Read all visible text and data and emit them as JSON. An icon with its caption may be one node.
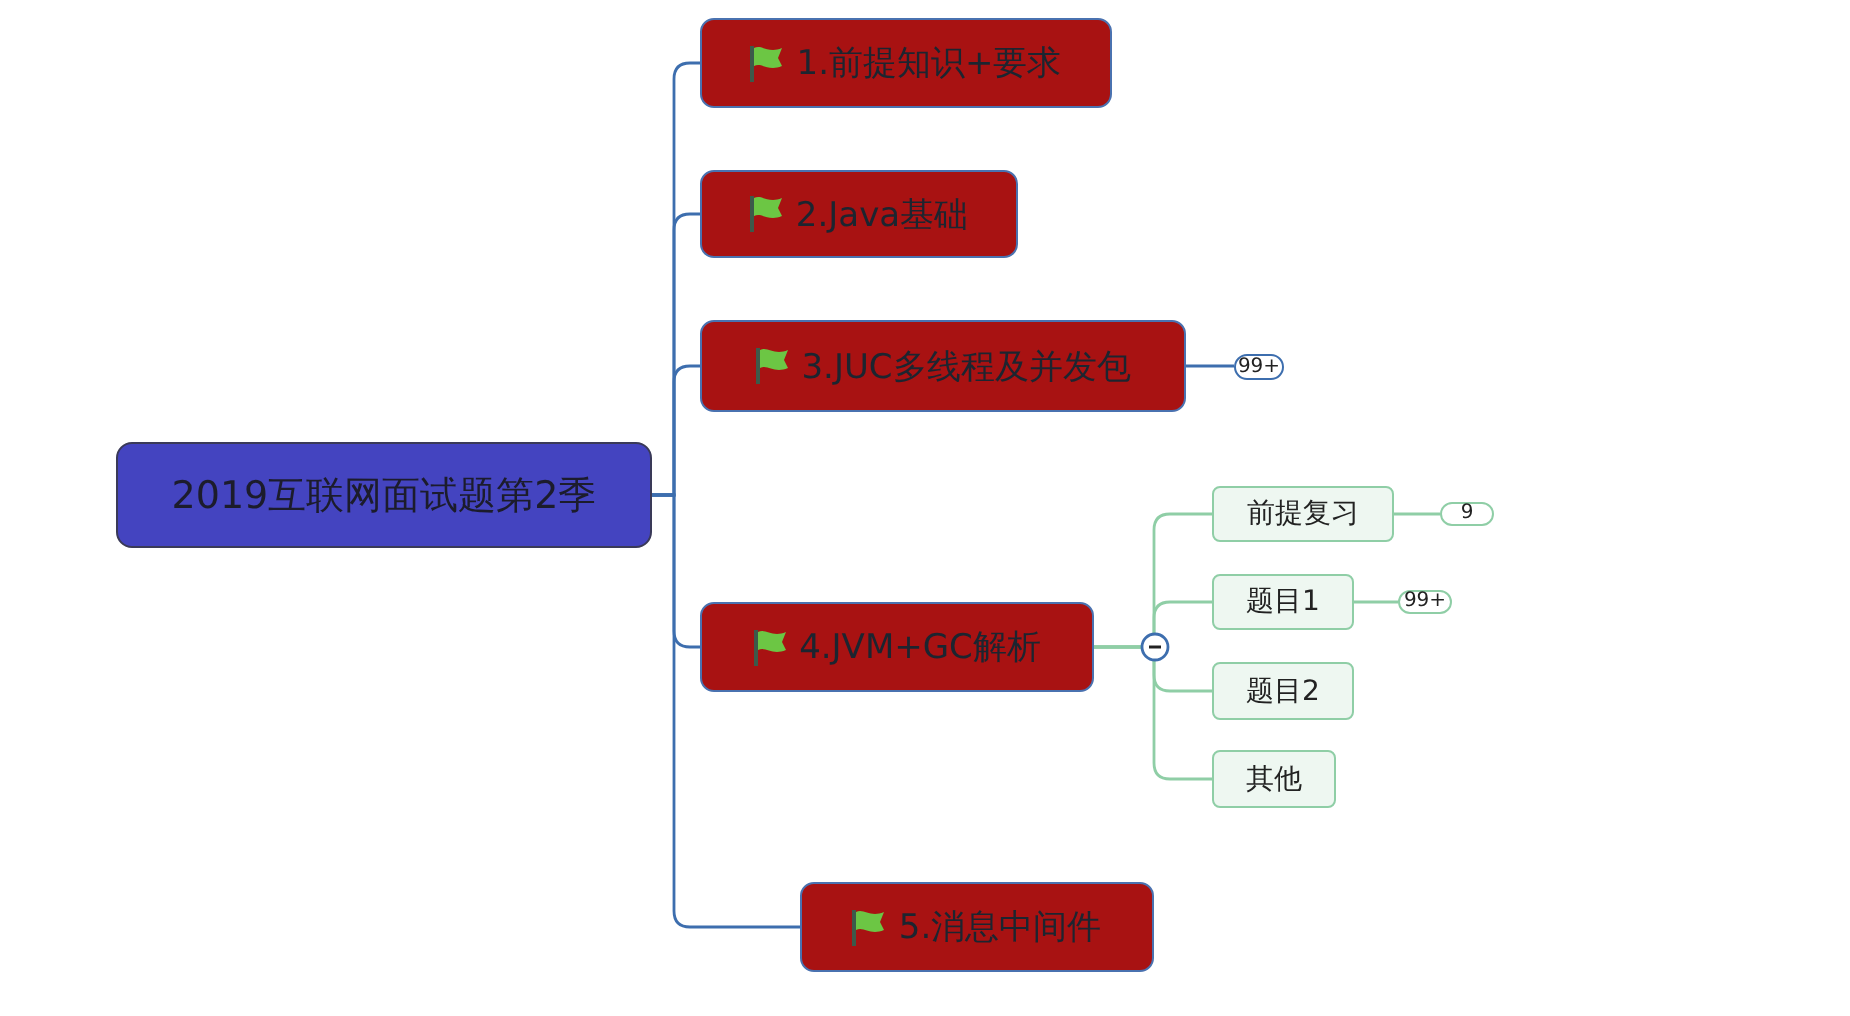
{
  "diagram": {
    "nodes": [
      {
        "text": [
          "2019互联网面试题第2季"
        ]
      },
      {
        "text": [
          "1.前提知识+要求"
        ]
      },
      {
        "text": [
          "2.Java基础"
        ]
      },
      {
        "text": [
          "3.JUC多线程及并发包"
        ]
      },
      {
        "text": [
          "99+"
        ]
      },
      {
        "text": [
          "4.JVM+GC解析"
        ]
      },
      {
        "text": [
          "前提复习"
        ]
      },
      {
        "text": [
          "9"
        ]
      },
      {
        "text": [
          "题目1"
        ]
      },
      {
        "text": [
          "99+"
        ]
      },
      {
        "text": [
          "题目2"
        ]
      },
      {
        "text": [
          "其他"
        ]
      },
      {
        "text": [
          "5.消息中间件"
        ]
      }
    ],
    "edges": [
      {
        "from": 0,
        "to": 1,
        "arrow": "none"
      },
      {
        "from": 0,
        "to": 2,
        "arrow": "none"
      },
      {
        "from": 0,
        "to": 3,
        "arrow": "none"
      },
      {
        "from": 0,
        "to": 5,
        "arrow": "none"
      },
      {
        "from": 0,
        "to": 12,
        "arrow": "none"
      },
      {
        "from": 3,
        "to": 4,
        "arrow": "none"
      },
      {
        "from": 5,
        "to": 6,
        "arrow": "none",
        "color": "#8fcea6"
      },
      {
        "from": 5,
        "to": 8,
        "arrow": "none",
        "color": "#8fcea6"
      },
      {
        "from": 5,
        "to": 10,
        "arrow": "none",
        "color": "#8fcea6"
      },
      {
        "from": 5,
        "to": 11,
        "arrow": "none",
        "color": "#8fcea6"
      },
      {
        "from": 6,
        "to": 7,
        "arrow": "none",
        "color": "#8fcea6"
      },
      {
        "from": 8,
        "to": 9,
        "arrow": "none",
        "color": "#8fcea6"
      }
    ]
  }
}
